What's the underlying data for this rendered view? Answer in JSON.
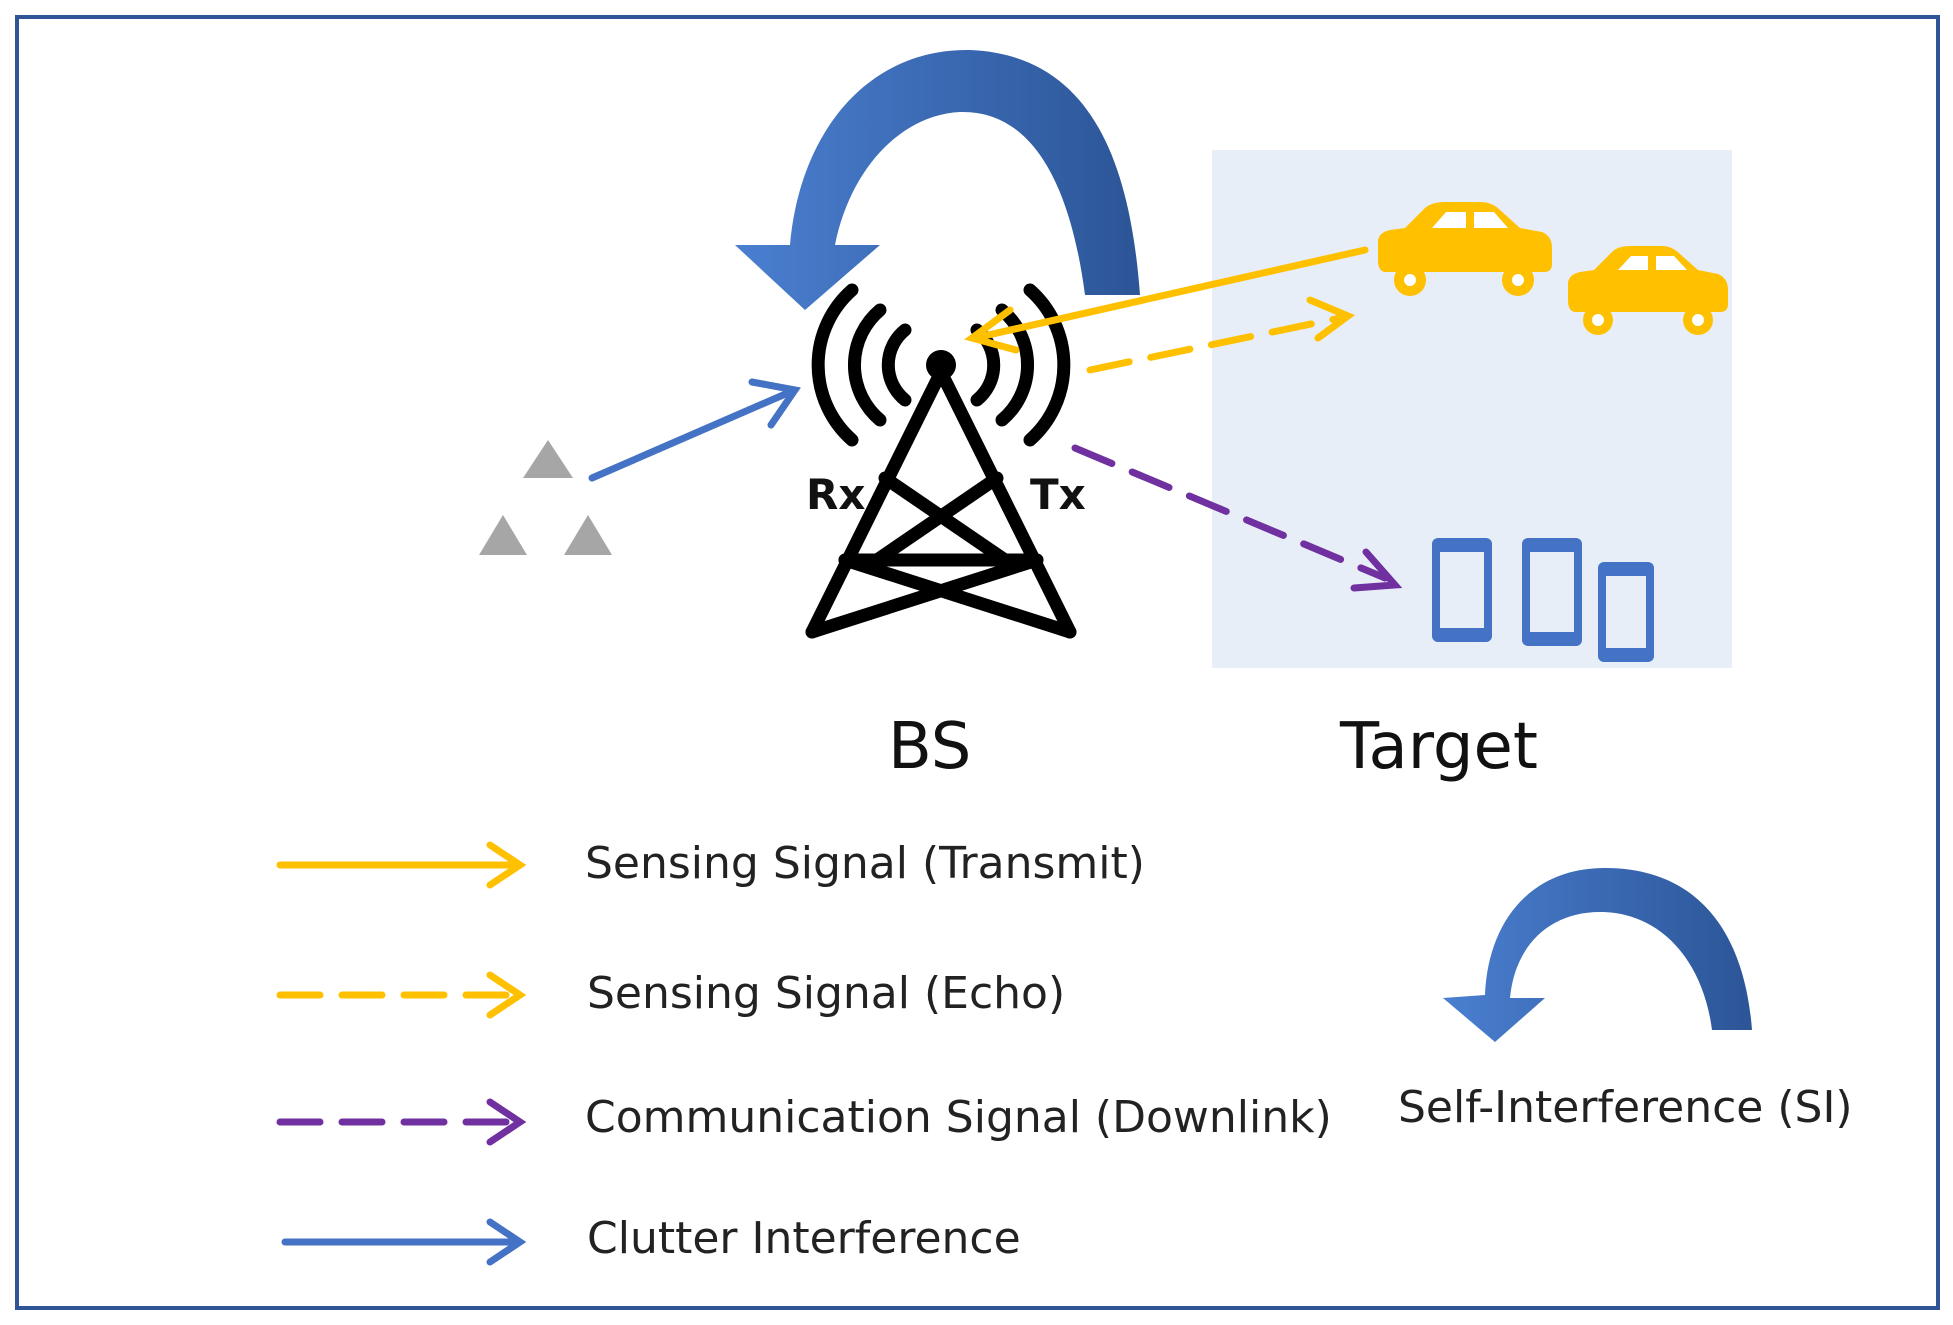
{
  "labels": {
    "bs": "BS",
    "target": "Target",
    "rx": "Rx",
    "tx": "Tx"
  },
  "legend": {
    "sensing_transmit": "Sensing Signal (Transmit)",
    "sensing_echo": "Sensing Signal (Echo)",
    "communication_downlink": "Communication Signal (Downlink)",
    "clutter": "Clutter Interference",
    "self_interference": "Self-Interference (SI)"
  },
  "colors": {
    "sensing": "#ffc000",
    "communication": "#7030a0",
    "clutter": "#4472c4",
    "si_arrow": "#3e6bbf",
    "target_area": "#e8eef8",
    "frame": "#2f5597",
    "phone": "#4472c4",
    "obstacle": "#a6a6a6"
  },
  "icons": {
    "tower": "cell-tower-icon",
    "car": "car-icon",
    "phone": "phone-icon",
    "obstacle": "triangle-icon"
  }
}
